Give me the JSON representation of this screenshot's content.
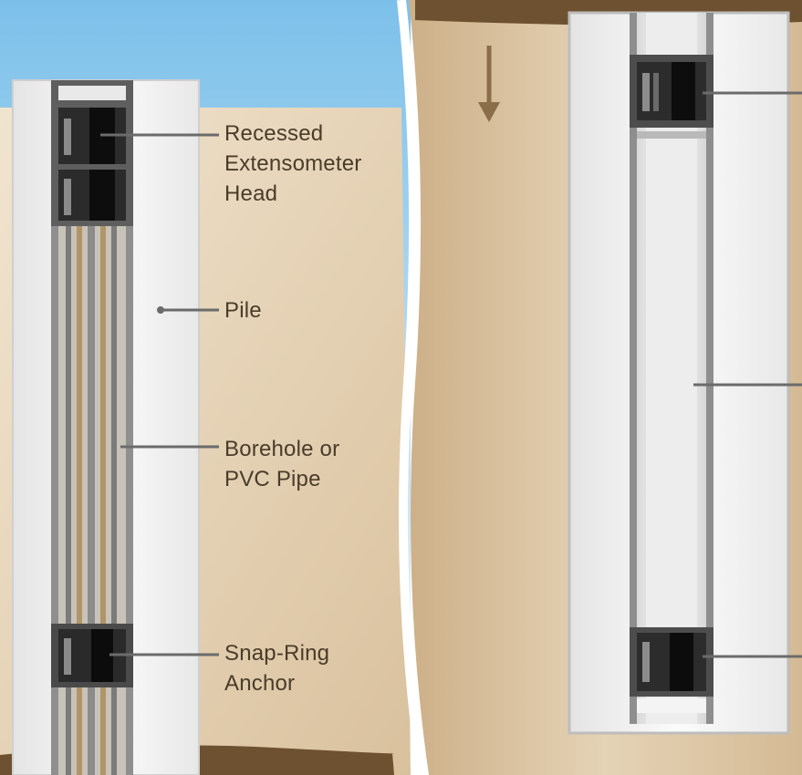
{
  "labels": {
    "extensometer_head": "Recessed\nExtensometer\nHead",
    "pile": "Pile",
    "borehole": "Borehole or\nPVC Pipe",
    "anchor": "Snap-Ring\nAnchor"
  },
  "colors": {
    "sky_top": "#8ecbed",
    "sky_bottom": "#f4f8fb",
    "soil_light": "#ecdcc2",
    "soil_mid": "#d6bd98",
    "soil_dark": "#7a5a36",
    "pile": "#f3f3f3",
    "casing": "#9a9a9a",
    "anchor": "#1a1a1a",
    "leader": "#6b6b6b",
    "text": "#4a3c2a"
  },
  "icons": {
    "settlement_arrow": "arrow-down-icon"
  }
}
